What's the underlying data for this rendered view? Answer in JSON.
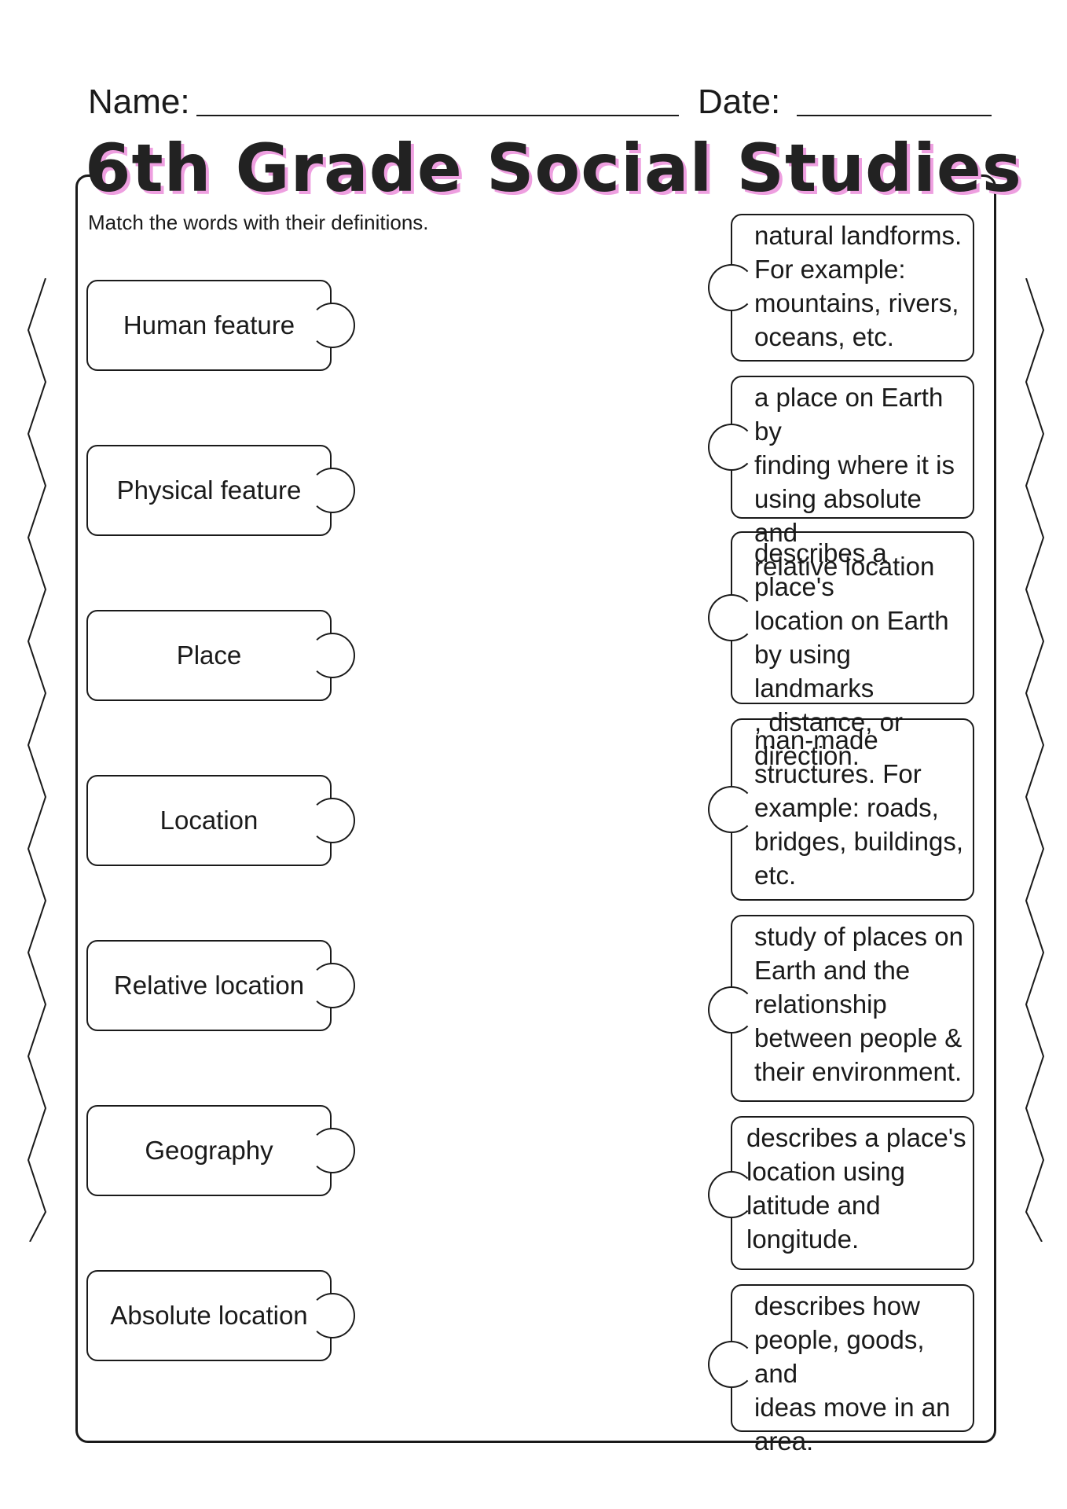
{
  "header": {
    "name_label": "Name:",
    "date_label": "Date:"
  },
  "title": "6th Grade Social Studies",
  "instructions": "Match the words with their definitions.",
  "terms": [
    {
      "label": "Human feature"
    },
    {
      "label": "Physical feature"
    },
    {
      "label": "Place"
    },
    {
      "label": "Location"
    },
    {
      "label": "Relative location"
    },
    {
      "label": "Geography"
    },
    {
      "label": "Absolute location"
    }
  ],
  "definitions": [
    {
      "text": "natural landforms.\nFor example:\nmountains, rivers,\noceans, etc."
    },
    {
      "text": "a place on Earth by\nfinding where it is\nusing absolute and\nrelative location"
    },
    {
      "text": "describes a place's\nlocation on Earth\nby using landmarks\n, distance, or\ndirection."
    },
    {
      "text": "man-made\nstructures. For\nexample: roads,\nbridges, buildings,\netc."
    },
    {
      "text": "study of places on\nEarth and the\nrelationship\nbetween people &\ntheir environment."
    },
    {
      "text": "describes a place's\nlocation using\nlatitude and\nlongitude."
    },
    {
      "text": "describes how\npeople, goods, and\nideas move in an\narea."
    }
  ],
  "colors": {
    "title_shadow": "#ee9fe0",
    "ink": "#1a1a1a"
  }
}
